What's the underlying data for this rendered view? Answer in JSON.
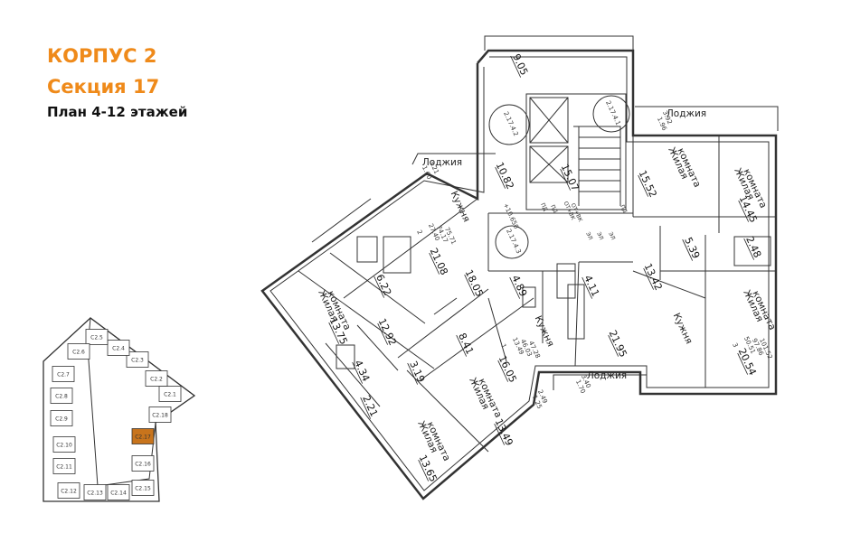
{
  "header": {
    "building": "КОРПУС 2",
    "section": "Секция 17",
    "plan": "План 4-12 этажей",
    "accent_color": "#ef8a1a"
  },
  "rooms": {
    "living": "Жилая комната",
    "kitchen": "Кужня",
    "loggia": "Лоджия"
  },
  "apartments": [
    {
      "key": "2",
      "values": [
        "27.40",
        "74.17",
        "75.71"
      ]
    },
    {
      "key": "1",
      "values": [
        "13.49",
        "46.03",
        "47.28"
      ]
    },
    {
      "key": "3",
      "values": [
        "50.51",
        "97.86",
        "101.52"
      ]
    }
  ],
  "areas": [
    "9.05",
    "10.82",
    "15.07",
    "15.52",
    "14.45",
    "2.48",
    "5.39",
    "13.42",
    "20.54",
    "21.95",
    "4.11",
    "4.89",
    "18.05",
    "21.08",
    "6.22",
    "13.75",
    "12.92",
    "4.34",
    "2.21",
    "8.41",
    "3.19",
    "16.05",
    "13.49",
    "13.65"
  ],
  "small_areas": [
    "3.21",
    "1.60",
    "3.92",
    "1.96",
    "3.40",
    "1.70",
    "2.49",
    "1.25"
  ],
  "tags": {
    "stair_top": "2.17.4.1",
    "stair_left": "2.17.4.2",
    "elev_mark": "+10.650",
    "stair_bottom": "2.17.4.3",
    "shaft_labels": [
      "ПД",
      "ПД",
      "ОТ+ВК",
      "ОТ+ВК",
      "ЭЛ",
      "ЭЛ",
      "ЭЛ",
      "ПД"
    ]
  },
  "keyplan": {
    "sections": [
      "С2.1",
      "С2.2",
      "С2.3",
      "С2.4",
      "С2.5",
      "С2.6",
      "С2.7",
      "С2.8",
      "С2.9",
      "С2.10",
      "С2.11",
      "С2.12",
      "С2.13",
      "С2.14",
      "С2.15",
      "С2.16",
      "С2.17",
      "С2.18"
    ],
    "active": "С2.17",
    "highlight_color": "#c8741c"
  }
}
